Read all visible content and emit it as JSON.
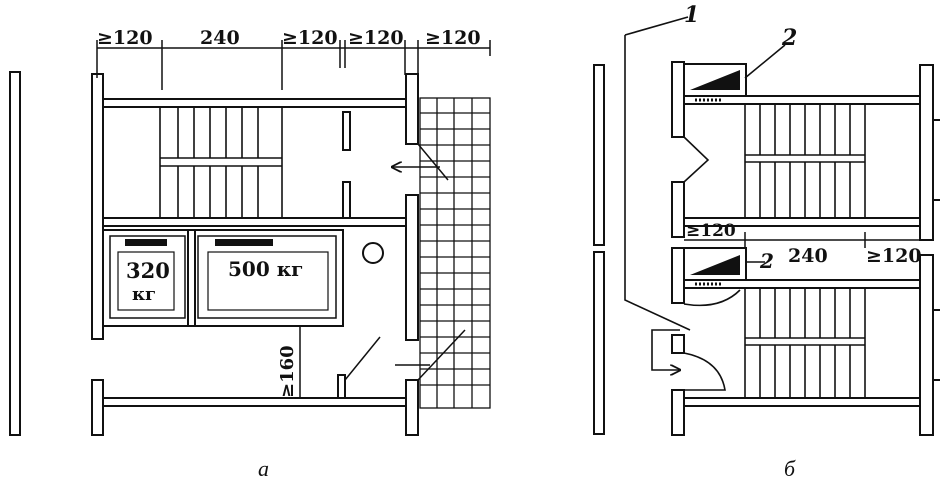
{
  "plan_a": {
    "dims_top": [
      "≥120",
      "240",
      "≥120",
      "≥120",
      "≥120"
    ],
    "dim_side": "≥160",
    "lift_small": {
      "capacity": "320",
      "unit": "кг"
    },
    "lift_large": {
      "capacity": "500 кг"
    },
    "caption": "а"
  },
  "plan_b": {
    "callout_1": "1",
    "callout_2_top": "2",
    "callout_2_mid": "2",
    "dims": [
      "≥120",
      "240",
      "≥120"
    ],
    "caption": "б"
  }
}
